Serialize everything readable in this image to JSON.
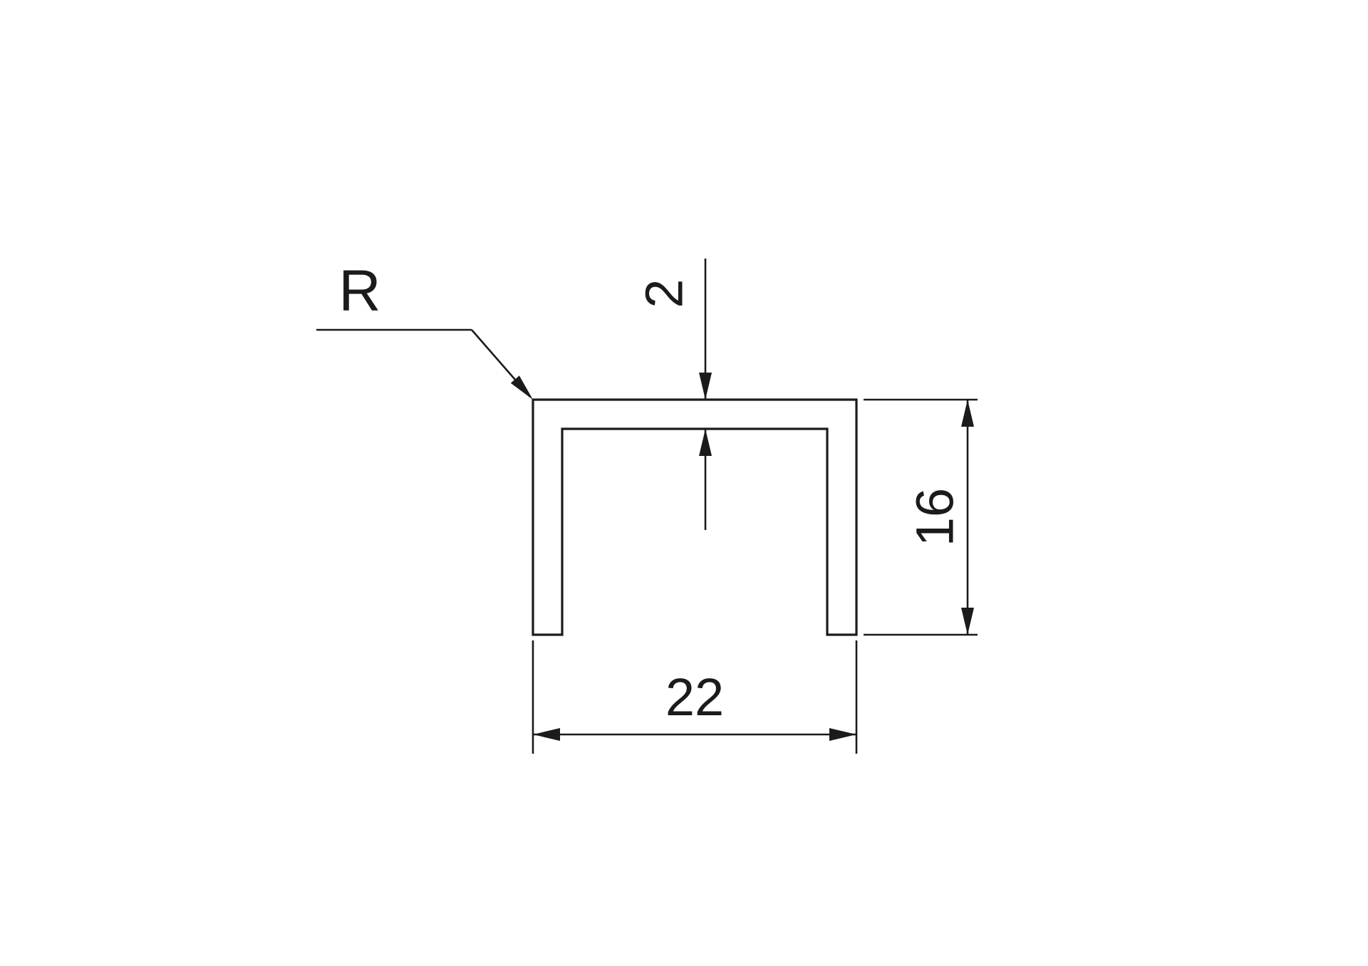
{
  "drawing": {
    "line_color": "#1b1b1b",
    "background_color": "#ffffff",
    "dimension_labels": {
      "width": "22",
      "height": "16",
      "wall_thickness": "2",
      "corner_radius": "R"
    }
  }
}
